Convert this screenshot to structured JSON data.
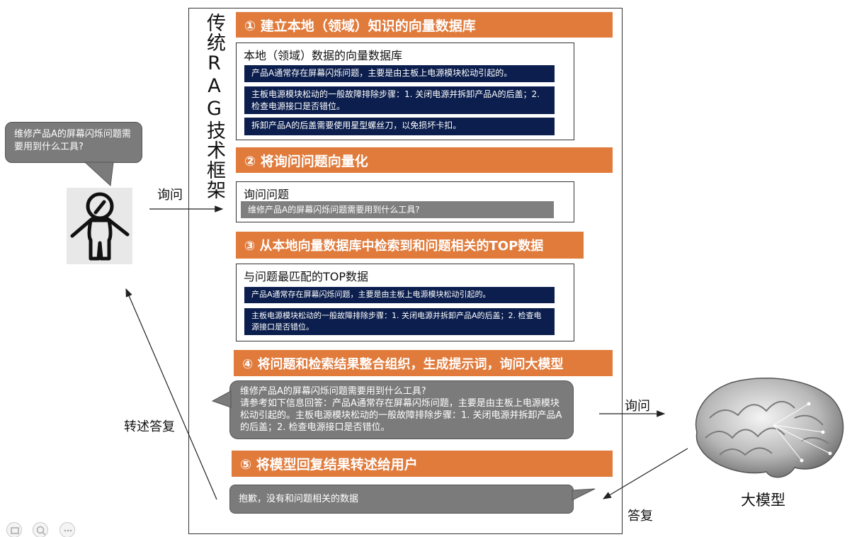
{
  "frame_title": "传统RAG技术框架",
  "steps": [
    {
      "label": "① 建立本地（领域）知识的向量数据库"
    },
    {
      "label": "② 将询问问题向量化"
    },
    {
      "label": "③ 从本地向量数据库中检索到和问题相关的TOP数据"
    },
    {
      "label": "④ 将问题和检索结果整合组织，生成提示词，询问大模型"
    },
    {
      "label": "⑤ 将模型回复结果转述给用户"
    }
  ],
  "vector_db": {
    "title": "本地（领域）数据的向量数据库",
    "rows": [
      "产品A通常存在屏幕闪烁问题，主要是由主板上电源模块松动引起的。",
      "主板电源模块松动的一般故障排除步骤：1. 关闭电源并拆卸产品A的后盖；2. 检查电源接口是否错位。",
      "拆卸产品A的后盖需要使用星型螺丝刀，以免损坏卡扣。"
    ]
  },
  "query_panel": {
    "title": "询问问题",
    "row": "维修产品A的屏幕闪烁问题需要用到什么工具?"
  },
  "top_panel": {
    "title": "与问题最匹配的TOP数据",
    "rows": [
      "产品A通常存在屏幕闪烁问题，主要是由主板上电源模块松动引起的。",
      "主板电源模块松动的一般故障排除步骤：1. 关闭电源并拆卸产品A的后盖；2. 检查电源接口是否错位。"
    ]
  },
  "prompt_bubble": {
    "line1": "维修产品A的屏幕闪烁问题需要用到什么工具?",
    "line2": "请参考如下信息回答：产品A通常存在屏幕闪烁问题，主要是由主板上电源模块松动引起的。主板电源模块松动的一般故障排除步骤：1. 关闭电源并拆卸产品A的后盖；2. 检查电源接口是否错位。"
  },
  "answer_bubble": "抱歉，没有和问题相关的数据",
  "user_bubble": "维修产品A的屏幕闪烁问题需要用到什么工具?",
  "labels": {
    "ask_left": "询问",
    "relay": "转述答复",
    "ask_right": "询问",
    "reply": "答复",
    "model": "大模型"
  },
  "icons": [
    "person-icon",
    "brain-icon"
  ],
  "colors": {
    "step_bar": "#e07b3c",
    "navy": "#0b1e4d",
    "bubble": "#7b7b7b"
  }
}
